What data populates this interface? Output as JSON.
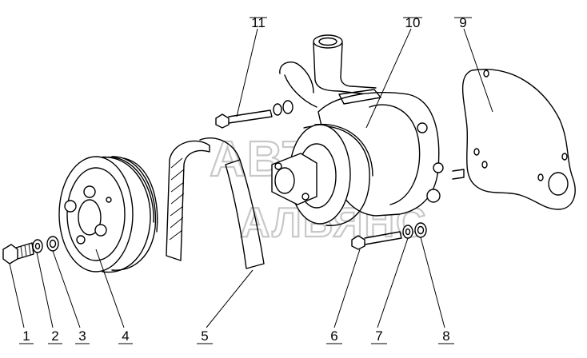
{
  "watermark": {
    "line1": "АВТО",
    "line2": "АЛЬЯНС",
    "color": "#c8c8c8"
  },
  "callouts": [
    {
      "id": "1",
      "label": "1"
    },
    {
      "id": "2",
      "label": "2"
    },
    {
      "id": "3",
      "label": "3"
    },
    {
      "id": "4",
      "label": "4"
    },
    {
      "id": "5",
      "label": "5"
    },
    {
      "id": "6",
      "label": "6"
    },
    {
      "id": "7",
      "label": "7"
    },
    {
      "id": "8",
      "label": "8"
    },
    {
      "id": "9",
      "label": "9"
    },
    {
      "id": "10",
      "label": "10"
    },
    {
      "id": "11",
      "label": "11"
    }
  ]
}
